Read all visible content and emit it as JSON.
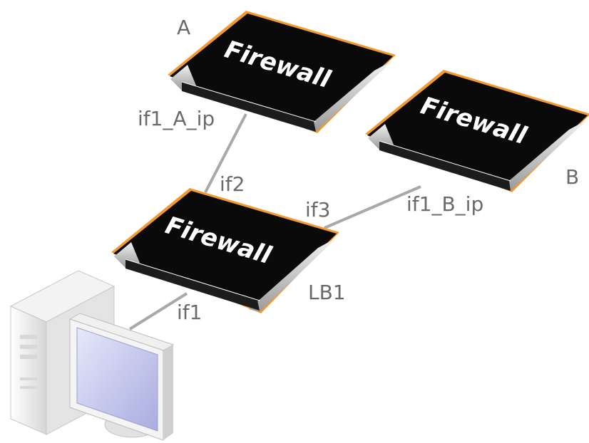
{
  "devices": {
    "firewall_a": {
      "brand": "Firewall",
      "name": "A",
      "ip_label": "if1_A_ip"
    },
    "firewall_b": {
      "brand": "Firewall",
      "name": "B",
      "ip_label": "if1_B_ip"
    },
    "firewall_lb1": {
      "brand": "Firewall",
      "name": "LB1",
      "if1": "if1",
      "if2": "if2",
      "if3": "if3"
    }
  },
  "colors": {
    "accent": "#f29a2e",
    "body": "#0a0a0a",
    "link": "#a8a8a8",
    "label": "#6a6a6a"
  },
  "icons": [
    "firewall-appliance-icon",
    "desktop-computer-icon"
  ]
}
